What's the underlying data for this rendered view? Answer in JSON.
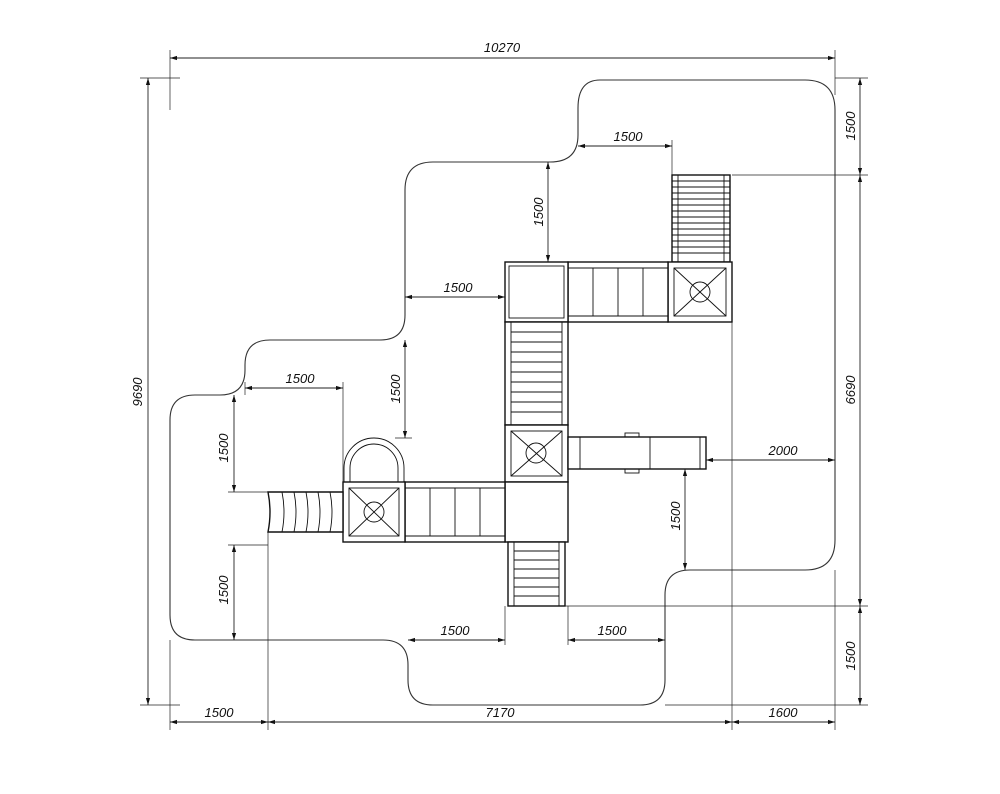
{
  "dimensions": {
    "total_width": "10270",
    "total_height": "9690",
    "right_height": "6690",
    "top_right_1500": "1500",
    "bottom_right_1500": "1500",
    "bottom_left": "1500",
    "bottom_mid": "7170",
    "bottom_right": "1600",
    "top_platform_gap": "1500",
    "upper_vertical_gap": "1500",
    "mid_horizontal_gap": "1500",
    "left_horizontal_gap": "1500",
    "left_vertical_gap": "1500",
    "far_left_vertical_upper": "1500",
    "far_left_vertical_lower": "1500",
    "slide_gap": "2000",
    "right_vertical_gap": "1500",
    "lower_left_gap": "1500",
    "lower_right_gap": "1500"
  },
  "colors": {
    "line": "#111111",
    "background": "#ffffff"
  }
}
